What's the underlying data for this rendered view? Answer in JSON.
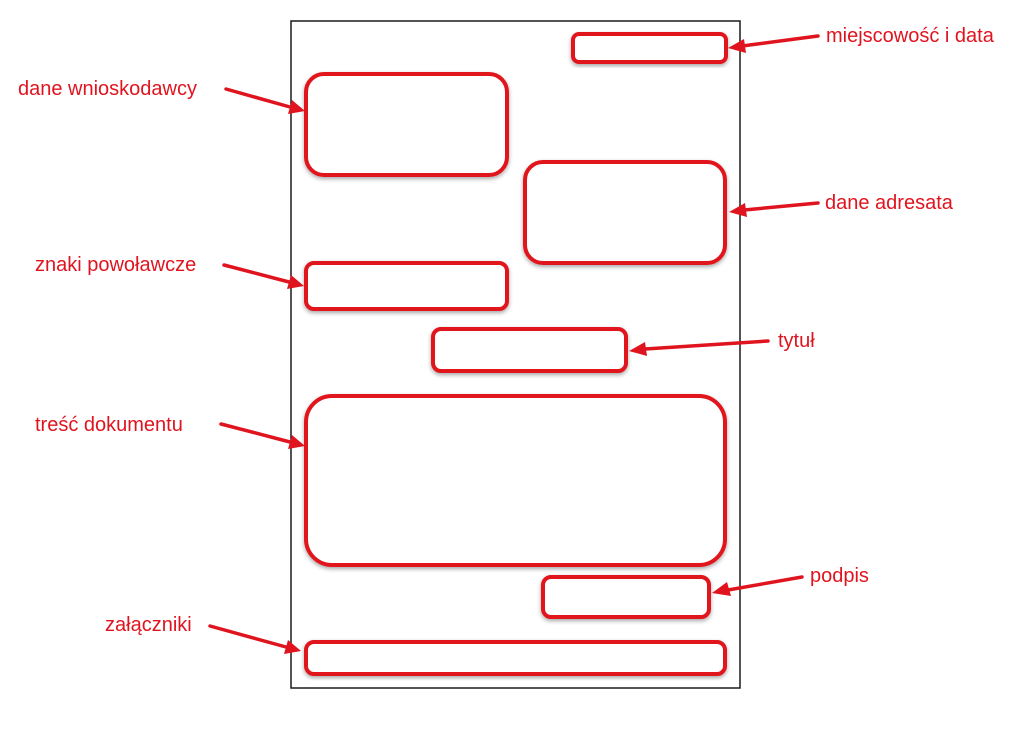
{
  "colors": {
    "accent": "#e0141f",
    "page_border": "#1a1a1a",
    "background": "#ffffff"
  },
  "sections": [
    {
      "id": "miejscowosc-i-data",
      "label": "miejscowość i data"
    },
    {
      "id": "dane-wnioskodawcy",
      "label": "dane wnioskodawcy"
    },
    {
      "id": "dane-adresata",
      "label": "dane adresata"
    },
    {
      "id": "znaki-powolawcze",
      "label": "znaki powoławcze"
    },
    {
      "id": "tytul",
      "label": "tytuł"
    },
    {
      "id": "tresc-dokumentu",
      "label": "treść dokumentu"
    },
    {
      "id": "podpis",
      "label": "podpis"
    },
    {
      "id": "zalaczniki",
      "label": "załączniki"
    }
  ]
}
